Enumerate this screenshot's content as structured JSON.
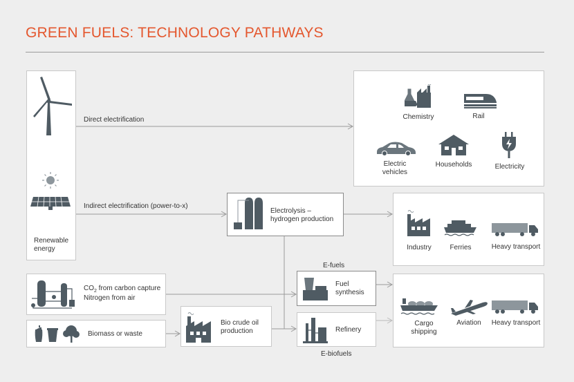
{
  "title": "GREEN FUELS: TECHNOLOGY PATHWAYS",
  "colors": {
    "accent": "#e4572e",
    "icon": "#4f5b63",
    "line": "#9a9a9a"
  },
  "source": {
    "label": "Renewable energy",
    "icons": [
      "wind-turbine-icon",
      "sun-icon",
      "solar-panel-icon"
    ]
  },
  "flows": {
    "direct": "Direct electrification",
    "indirect": "Indirect electrification (power-to-x)"
  },
  "inputs": {
    "co2_line1": "CO",
    "co2_sub": "2",
    "co2_rest": " from carbon capture",
    "nitrogen": "Nitrogen from air",
    "biomass": "Biomass or waste"
  },
  "processes": {
    "electrolysis": "Electrolysis – hydrogen production",
    "bio_crude": "Bio crude oil production",
    "fuel_synthesis": "Fuel synthesis",
    "refinery": "Refinery",
    "efuels_label": "E-fuels",
    "ebiofuels_label": "E-biofuels"
  },
  "direct_uses": [
    {
      "label": "Chemistry",
      "icon": "chemistry-icon"
    },
    {
      "label": "Rail",
      "icon": "train-icon"
    },
    {
      "label": "Electric vehicles",
      "icon": "car-icon"
    },
    {
      "label": "Households",
      "icon": "house-icon"
    },
    {
      "label": "Electricity",
      "icon": "plug-icon"
    }
  ],
  "hydrogen_uses": [
    {
      "label": "Industry",
      "icon": "factory-icon"
    },
    {
      "label": "Ferries",
      "icon": "ferry-icon"
    },
    {
      "label": "Heavy transport",
      "icon": "truck-icon"
    }
  ],
  "fuel_uses": [
    {
      "label": "Cargo shipping",
      "icon": "cargo-ship-icon"
    },
    {
      "label": "Aviation",
      "icon": "airplane-icon"
    },
    {
      "label": "Heavy transport",
      "icon": "truck-icon"
    }
  ]
}
